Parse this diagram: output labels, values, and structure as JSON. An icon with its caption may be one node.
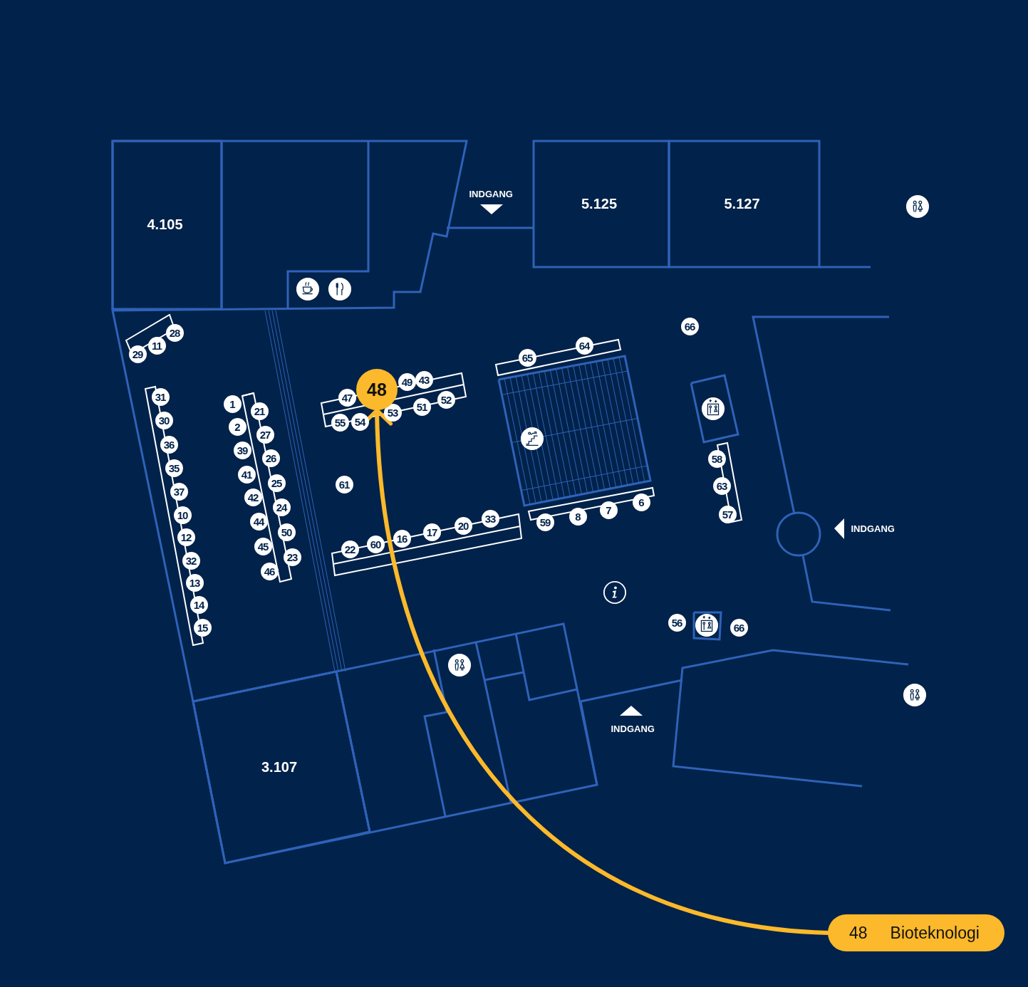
{
  "diagram": {
    "nodes": [
      {
        "text": [
          "4.105"
        ]
      },
      {
        "text": [
          "5.125"
        ]
      },
      {
        "text": [
          "5.127"
        ]
      },
      {
        "text": [
          "28"
        ]
      },
      {
        "text": [
          "11"
        ]
      },
      {
        "text": [
          "29"
        ]
      },
      {
        "text": [
          "66"
        ]
      },
      {
        "text": [
          "64"
        ]
      },
      {
        "text": [
          "65"
        ]
      },
      {
        "text": [
          "43"
        ]
      },
      {
        "text": [
          "49"
        ]
      },
      {
        "text": [
          "48"
        ]
      },
      {
        "text": [
          "47"
        ]
      },
      {
        "text": [
          "52"
        ]
      },
      {
        "text": [
          "51"
        ]
      },
      {
        "text": [
          "53"
        ]
      },
      {
        "text": [
          "54"
        ]
      },
      {
        "text": [
          "55"
        ]
      },
      {
        "text": [
          "31"
        ]
      },
      {
        "text": [
          "1"
        ]
      },
      {
        "text": [
          "21"
        ]
      },
      {
        "text": [
          "30"
        ]
      },
      {
        "text": [
          "2"
        ]
      },
      {
        "text": [
          "27"
        ]
      },
      {
        "text": [
          "36"
        ]
      },
      {
        "text": [
          "39"
        ]
      },
      {
        "text": [
          "26"
        ]
      },
      {
        "text": [
          "35"
        ]
      },
      {
        "text": [
          "41"
        ]
      },
      {
        "text": [
          "25"
        ]
      },
      {
        "text": [
          "37"
        ]
      },
      {
        "text": [
          "42"
        ]
      },
      {
        "text": [
          "24"
        ]
      },
      {
        "text": [
          "10"
        ]
      },
      {
        "text": [
          "44"
        ]
      },
      {
        "text": [
          "50"
        ]
      },
      {
        "text": [
          "12"
        ]
      },
      {
        "text": [
          "45"
        ]
      },
      {
        "text": [
          "23"
        ]
      },
      {
        "text": [
          "32"
        ]
      },
      {
        "text": [
          "46"
        ]
      },
      {
        "text": [
          "13"
        ]
      },
      {
        "text": [
          "14"
        ]
      },
      {
        "text": [
          "15"
        ]
      },
      {
        "text": [
          "61"
        ]
      },
      {
        "text": [
          "58"
        ]
      },
      {
        "text": [
          "63"
        ]
      },
      {
        "text": [
          "6"
        ]
      },
      {
        "text": [
          "57"
        ]
      },
      {
        "text": [
          "7"
        ]
      },
      {
        "text": [
          "8"
        ]
      },
      {
        "text": [
          "59"
        ]
      },
      {
        "text": [
          "33"
        ]
      },
      {
        "text": [
          "20"
        ]
      },
      {
        "text": [
          "17"
        ]
      },
      {
        "text": [
          "16"
        ]
      },
      {
        "text": [
          "60"
        ]
      },
      {
        "text": [
          "22"
        ]
      },
      {
        "text": [
          "56"
        ]
      },
      {
        "text": [
          "66"
        ]
      },
      {
        "text": [
          "3.107"
        ]
      },
      {
        "text": [
          "48",
          "Bioteknologi"
        ]
      }
    ],
    "edges": [
      {
        "from": 61,
        "to": 11,
        "arrow": "to"
      }
    ],
    "labels": [
      "INDGANG",
      "INDGANG",
      "INDGANG"
    ]
  }
}
